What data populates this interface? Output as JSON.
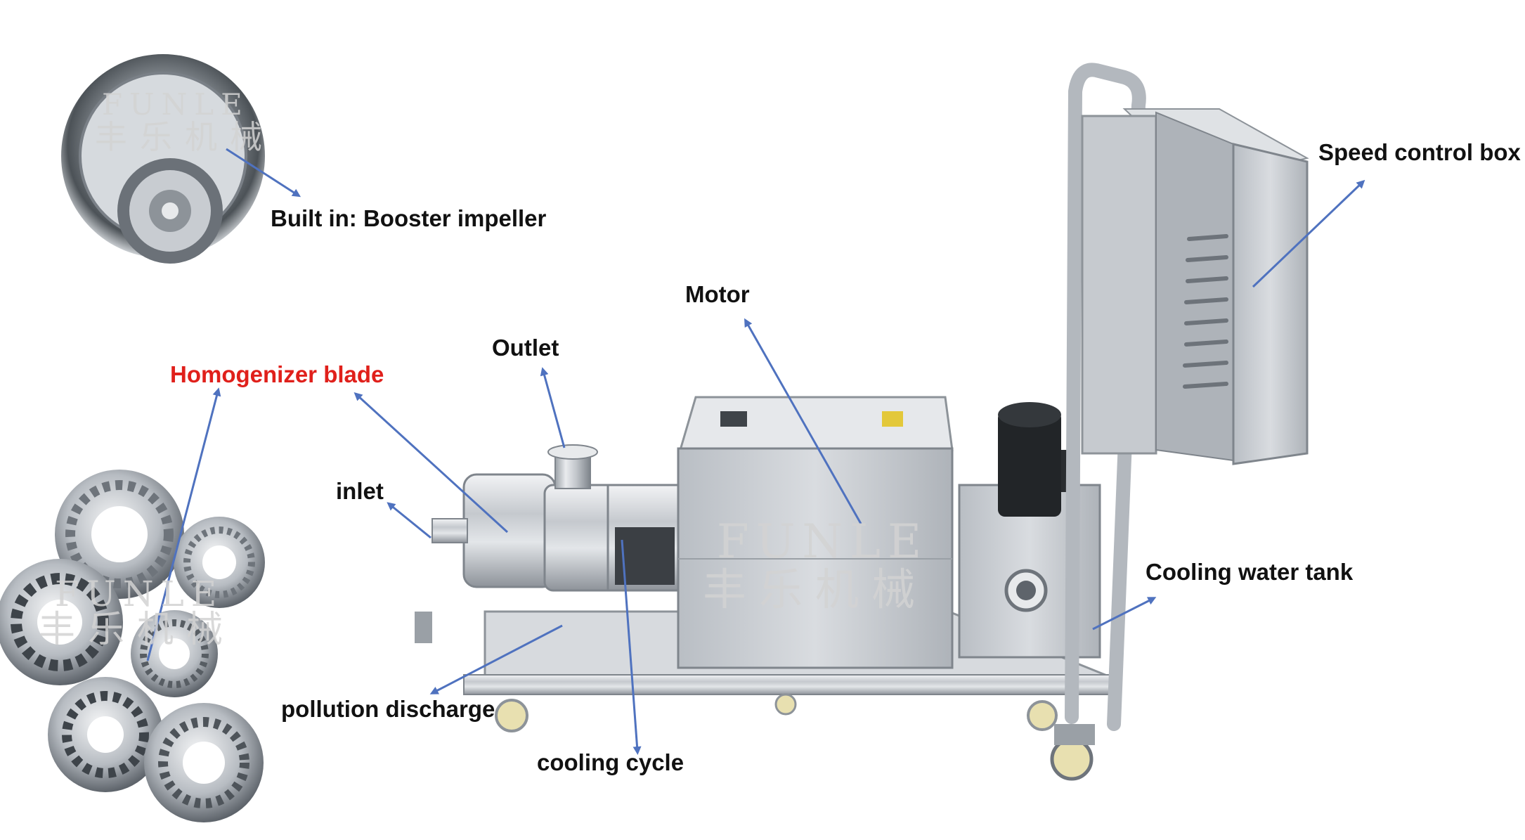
{
  "labels": {
    "booster": "Built in: Booster impeller",
    "speed_box": "Speed control box",
    "motor": "Motor",
    "outlet": "Outlet",
    "homogenizer_blade": "Homogenizer blade",
    "inlet": "inlet",
    "cooling_tank": "Cooling water tank",
    "pollution": "pollution discharge",
    "cooling_cycle": "cooling cycle"
  },
  "watermark": {
    "latin": "FUNLE",
    "chinese": "丰乐机械"
  },
  "colors": {
    "arrow": "#4f72bf",
    "highlight_label": "#e0201b",
    "steel": "#c9cdd2",
    "steel_dark": "#8b9096",
    "steel_light": "#eef0f2"
  }
}
